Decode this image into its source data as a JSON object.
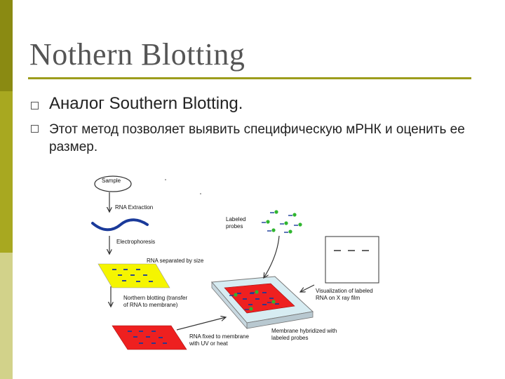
{
  "slide": {
    "title": "Nothern Blotting",
    "bullets": [
      {
        "text": "Аналог Southern Blotting."
      },
      {
        "text": "Этот метод позволяет выявить специфическую мРНК и оценить ее размер."
      }
    ]
  },
  "diagram": {
    "labels": {
      "sample": "Sample",
      "rna_extraction": "RNA Extraction",
      "electrophoresis": "Electrophoresis",
      "rna_separated": "RNA separated by size",
      "northern_blotting": "Northern blotting (transfer of RNA to membrane)",
      "rna_fixed": "RNA fixed to membrane with UV or heat",
      "labeled_probes": "Labeled probes",
      "membrane_hybridized": "Membrane hybridized with labeled probes",
      "visualization": "Visualization of labeled RNA on X ray film"
    },
    "colors": {
      "gel": "#f5f500",
      "membrane": "#ee2020",
      "band": "#1a3a9a",
      "probe": "#2fb52f",
      "tray": "#d7ecf2"
    }
  }
}
